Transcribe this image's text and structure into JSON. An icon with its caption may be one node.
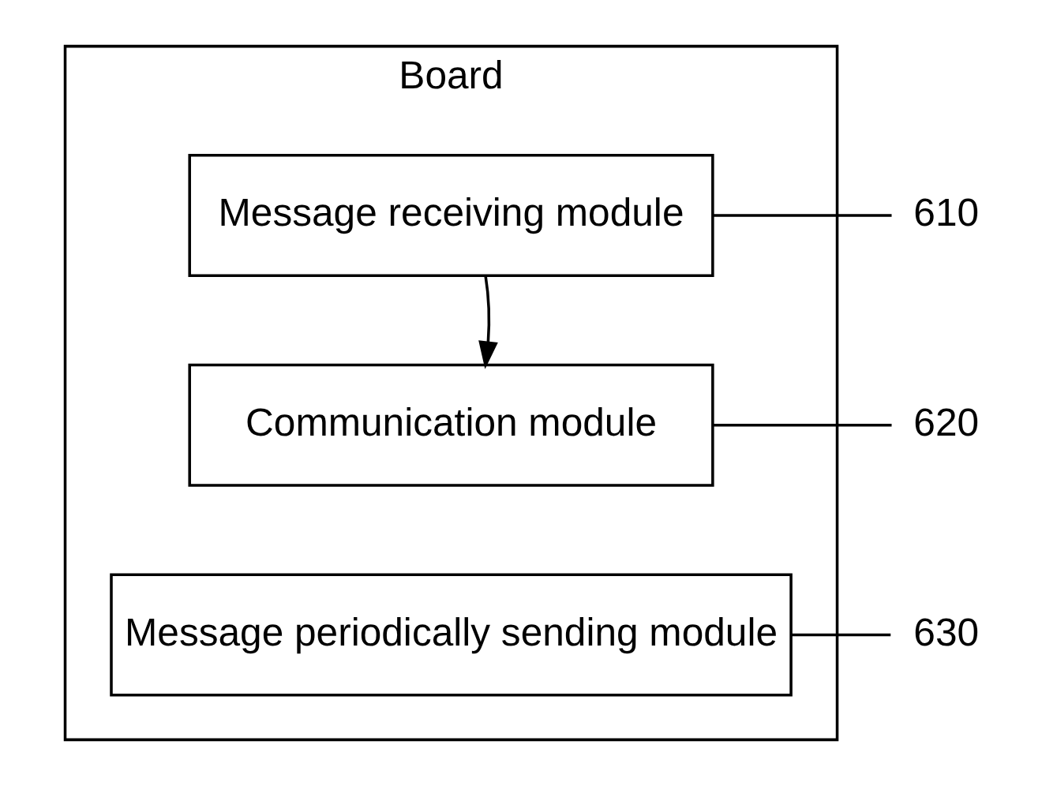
{
  "diagram": {
    "nodes": [
      {
        "text": [
          "Board"
        ]
      },
      {
        "text": [
          "Message receiving module"
        ],
        "in": 0
      },
      {
        "text": [
          "Communication module"
        ],
        "in": 0
      },
      {
        "text": [
          "Message periodically sending module"
        ],
        "in": 0
      },
      {
        "text": [
          "610"
        ]
      },
      {
        "text": [
          "620"
        ]
      },
      {
        "text": [
          "630"
        ]
      }
    ],
    "edges": [
      {
        "from": 1,
        "to": 2,
        "arrow": "to"
      },
      {
        "from": 4,
        "to": 1,
        "arrow": "none"
      },
      {
        "from": 5,
        "to": 2,
        "arrow": "none"
      },
      {
        "from": 6,
        "to": 3,
        "arrow": "none"
      }
    ]
  }
}
